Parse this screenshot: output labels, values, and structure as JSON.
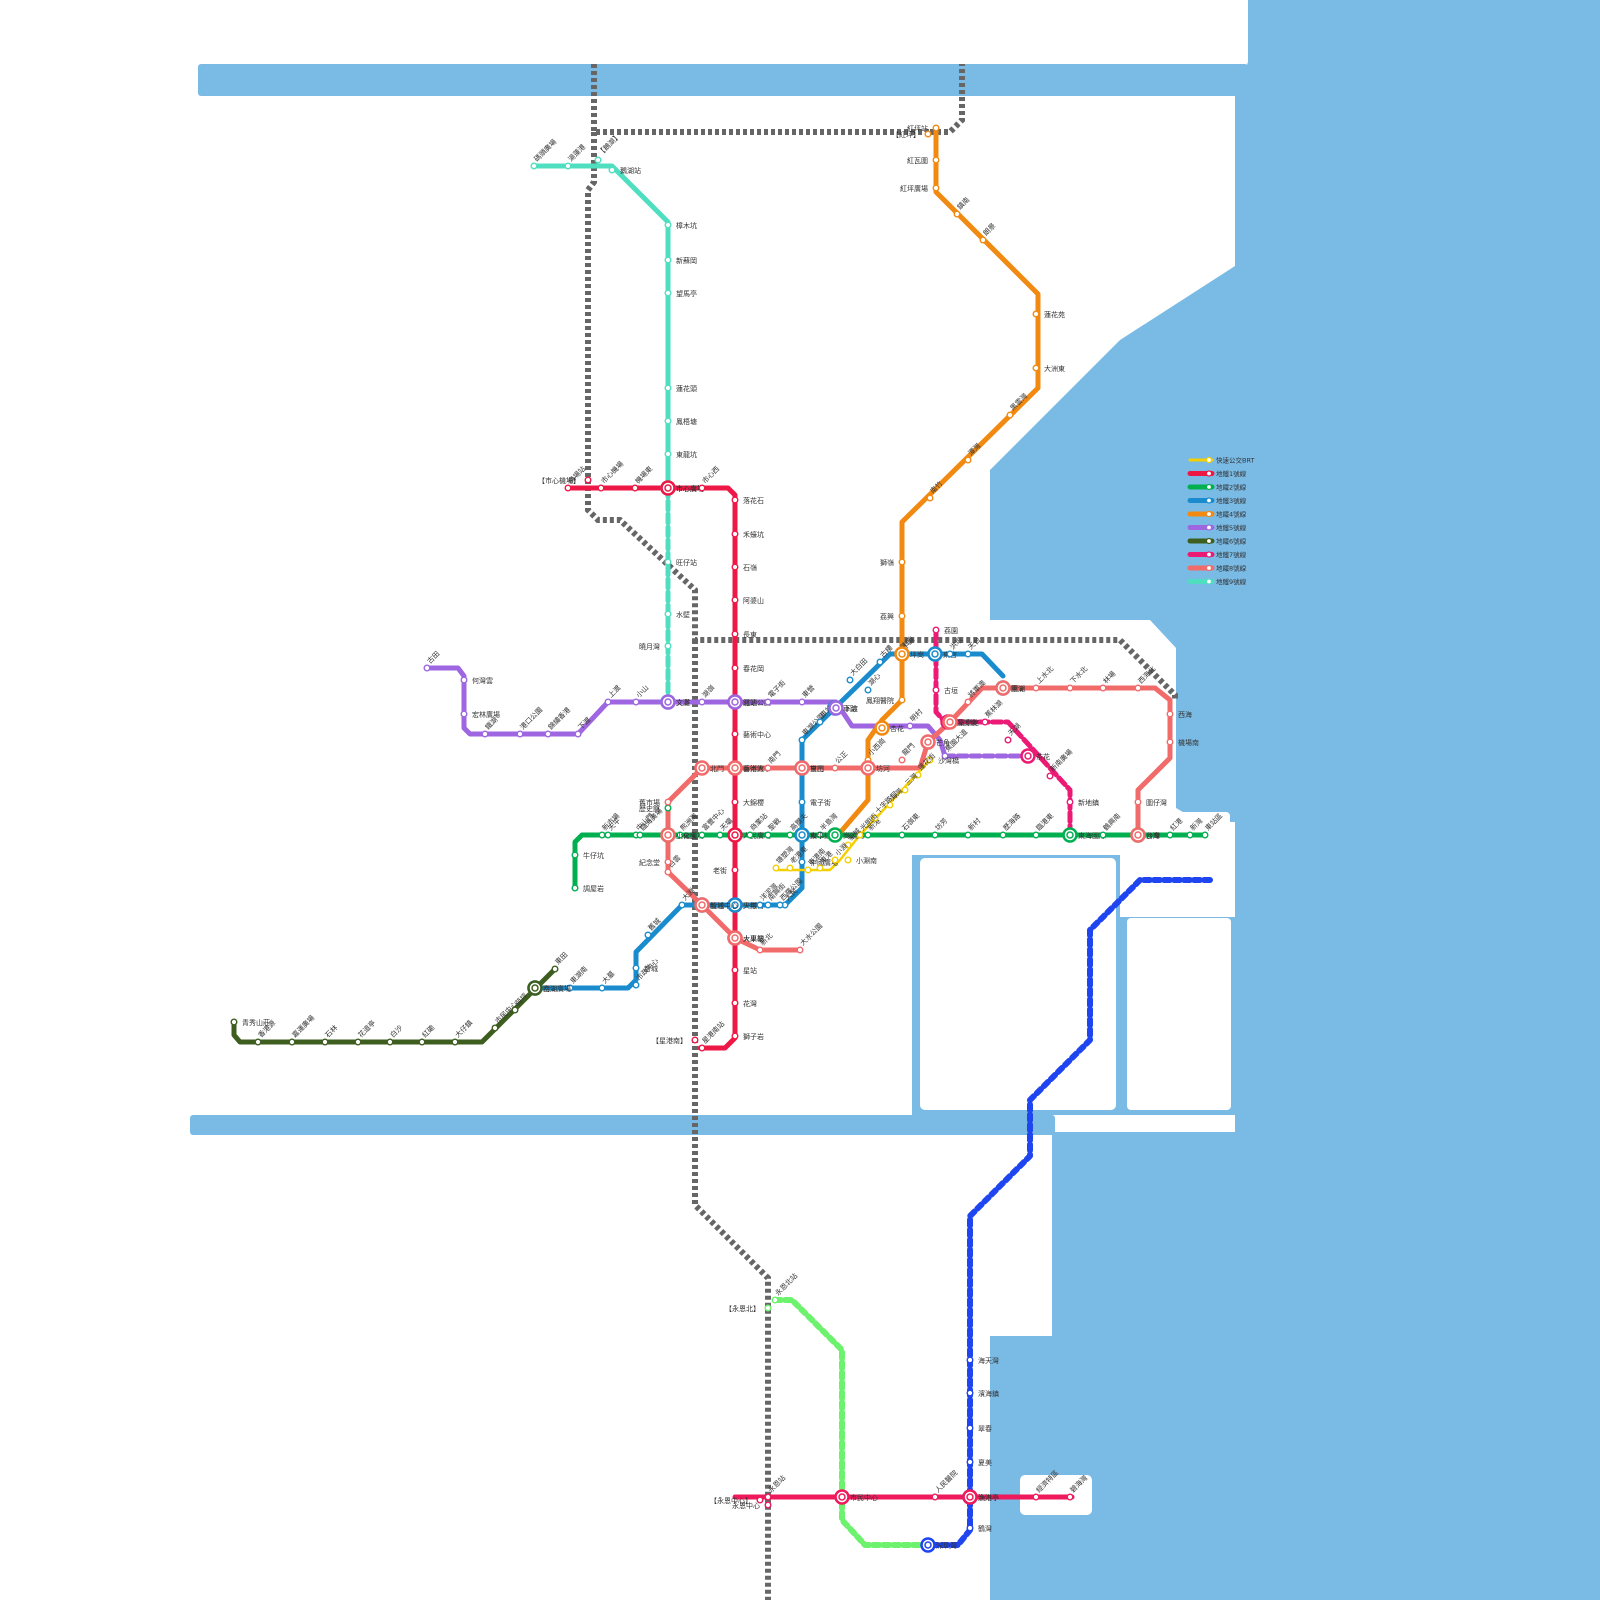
{
  "colors": {
    "water": "#7abbe6",
    "rail": "#666666",
    "brt": "#f5d000",
    "l1": "#ee1846",
    "l2": "#00b050",
    "l3": "#1a8ccd",
    "l4": "#f28a11",
    "l5": "#9e66e0",
    "l6": "#3d5e1f",
    "l7": "#ec1a75",
    "l8": "#f26b6b",
    "l9": "#4fdfc0",
    "south_blue": "#1e45f0",
    "south_green": "#6cf26c",
    "south_red": "#ee1a5c"
  },
  "legend": [
    {
      "key": "brt",
      "label": "快速公交BRT"
    },
    {
      "key": "l1",
      "label": "地鐵1號線"
    },
    {
      "key": "l2",
      "label": "地鐵2號線"
    },
    {
      "key": "l3",
      "label": "地鐵3號線"
    },
    {
      "key": "l4",
      "label": "地鐵4號線"
    },
    {
      "key": "l5",
      "label": "地鐵5號線"
    },
    {
      "key": "l6",
      "label": "地鐵6號線"
    },
    {
      "key": "l7",
      "label": "地鐵7號線"
    },
    {
      "key": "l8",
      "label": "地鐵8號線"
    },
    {
      "key": "l9",
      "label": "地鐵9號線"
    }
  ],
  "stations": {
    "l9": [
      "碼頭廣場",
      "湯蓮港",
      "【鵝湖】",
      "鵝湖站",
      "樟木坑",
      "新蘇岡",
      "望馬亭",
      "蓮花頭",
      "鳳梧塘",
      "東龍坑",
      "市心廣場",
      "旺仔站",
      "水壁",
      "曉月灣",
      "文灘"
    ],
    "l1": [
      "機場站",
      "【市心機場】",
      "市心機場",
      "機場東",
      "市心廣場",
      "市心西",
      "落花石",
      "禾蠔坑",
      "石嶺",
      "阿婆山",
      "長東",
      "春花岡",
      "北站公園",
      "藝術中心",
      "香港大學",
      "大錦櫻",
      "人民廣場",
      "老街",
      "少年宮",
      "大果欄",
      "星站",
      "花灣",
      "獅子岩",
      "星港南站",
      "【星港南】"
    ],
    "l2": [
      "牛仔坑",
      "調屋岩",
      "中山門",
      "新市場",
      "歷史館",
      "文化廣場",
      "富豐中心",
      "聖戰",
      "東華鎮",
      "崗頭門",
      "新港",
      "石嶺東",
      "坊芳",
      "新村",
      "歷海路",
      "臨港東",
      "東海國際",
      "鶴興南",
      "台岸",
      "紅港",
      "東站區",
      "天平",
      "臨海廣場",
      "熊洲灣",
      "天壩",
      "商業站",
      "高爾夫",
      "半島灣",
      "新灣"
    ],
    "l3": [
      "東湖",
      "天台",
      "東官",
      "小淵",
      "湖心",
      "車路",
      "東湖公園",
      "甘田",
      "電子街",
      "和平",
      "中國廣場",
      "人民",
      "南興街",
      "天鐵",
      "龍池",
      "大淵",
      "舊城",
      "新城",
      "市政中心",
      "大墓",
      "東湖南",
      "南湖",
      "車站",
      "大白田",
      "古樓",
      "陳德",
      "洪垠",
      "西羅公園",
      "洋泥灣"
    ],
    "l4": [
      "紅坪站",
      "【紅坪】",
      "紅瓦圍",
      "紅坪廣場",
      "鎮南",
      "朗景",
      "蓮花苑",
      "大洲東",
      "黑雲灣",
      "潭灣",
      "南竹",
      "獅嶺",
      "荔興",
      "坪崗",
      "鳳翔醫院",
      "杏花",
      "小西崗"
    ],
    "l5": [
      "古田",
      "何灣雲",
      "宏林廣場",
      "鐵湖",
      "港口公園",
      "錦繡香港",
      "下渡",
      "上渡",
      "小山",
      "文灘",
      "湖嶺",
      "鐵頭",
      "電子街",
      "東營",
      "下渡",
      "明村",
      "蕉園大道"
    ],
    "l6": [
      "青秀山莊",
      "香港源",
      "嘉運廣場",
      "石林",
      "花道亭",
      "白沙",
      "紅磡",
      "大仔鎮",
      "市民中心",
      "荷坪",
      "西湖廣場",
      "東田"
    ],
    "l7": [
      "荔園",
      "古垣",
      "雲溪鎮",
      "蕉林湖",
      "天湖",
      "茶花",
      "新南廣場",
      "新地鎮"
    ],
    "l8": [
      "舊市場",
      "北門",
      "藝術館",
      "南門",
      "東門",
      "公正",
      "坊河",
      "龍門",
      "芒角",
      "電學館",
      "將軍澳",
      "圓洲",
      "上水北",
      "下水北",
      "林場",
      "西海北",
      "西海",
      "機場南",
      "圍仔灣",
      "沙灣",
      "白雲",
      "新城中心",
      "火車站",
      "新北",
      "大水公園",
      "小公園",
      "紀念堂"
    ],
    "brt": [
      "沙灣橋",
      "蓮花街",
      "三灣",
      "海灣",
      "十字路口",
      "光明街",
      "新城",
      "小淵南",
      "小淵",
      "東港",
      "老港東",
      "塘塑灣",
      "東港南"
    ],
    "south_blue": [
      "海天灣",
      "濱海鎮",
      "翠春",
      "夏美",
      "漁港亭",
      "鶴灣",
      "深圳灣"
    ],
    "south_red": [
      "永恩站",
      "永恩中心",
      "【永恩中心】",
      "市民中心",
      "人民醫院",
      "漁港亭",
      "經濟特區",
      "碧海灣"
    ],
    "south_green": [
      "永恩北站",
      "【永恩北】"
    ]
  },
  "interchanges": [
    "市心廣場",
    "北站公園",
    "文灘",
    "香港大學",
    "人民廣場",
    "少年宮",
    "大果欄",
    "電子街",
    "芒角",
    "和平",
    "東湖",
    "湖心",
    "東站區",
    "新灣"
  ]
}
